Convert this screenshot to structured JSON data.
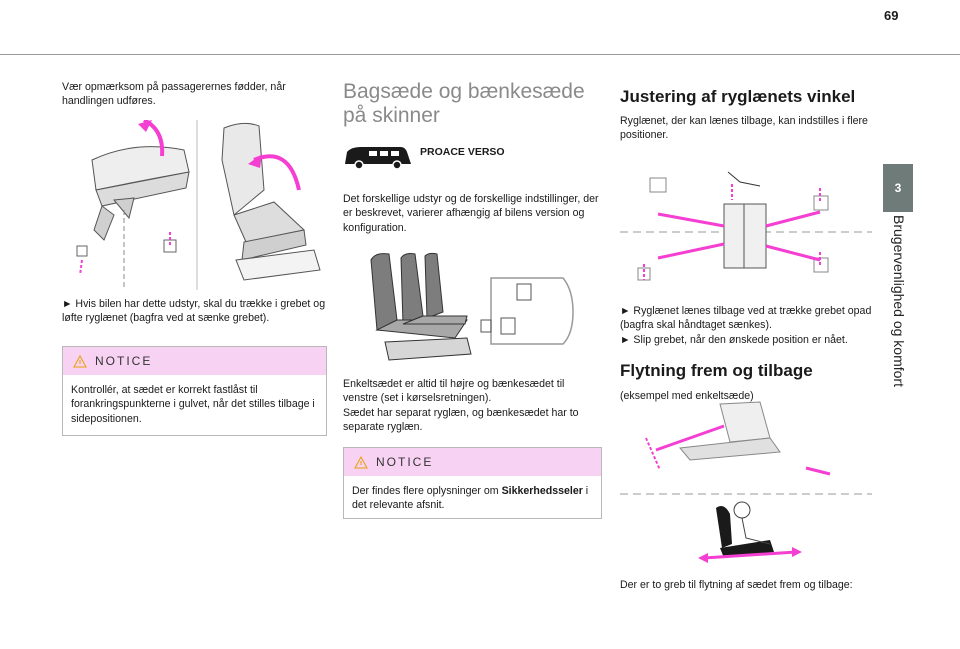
{
  "page": {
    "number": "69"
  },
  "sidebar": {
    "chapter_number": "3",
    "chapter_title": "Brugervenlighed og komfort"
  },
  "col1": {
    "intro": "Vær opmærksom på passagerernes fødder, når handlingen udføres.",
    "instruction": "► Hvis bilen har dette udstyr, skal du trække i grebet og løfte ryglænet (bagfra ved at sænke grebet).",
    "notice": {
      "title": "NOTICE",
      "text": "Kontrollér, at sædet er korrekt fastlåst til forankringspunkterne i gulvet, når det stilles tilbage i sidepositionen."
    }
  },
  "col2": {
    "heading": "Bagsæde og bænkesæde på skinner",
    "model_label": "PROACE VERSO",
    "paragraph1": "Det forskellige udstyr og de forskellige indstillinger, der er beskrevet, varierer afhængig af bilens version og konfiguration.",
    "paragraph2a": "Enkeltsædet er altid til højre og bænkesædet til venstre (set i kørselsretningen).",
    "paragraph2b": "Sædet har separat ryglæn, og bænkesædet har to separate ryglæn.",
    "notice": {
      "title": "NOTICE",
      "text_prefix": "Der findes flere oplysninger om ",
      "text_bold": "Sikkerhedsseler",
      "text_suffix": " i det relevante afsnit."
    }
  },
  "col3": {
    "heading1": "Justering af ryglænets vinkel",
    "paragraph1": "Ryglænet, der kan lænes tilbage, kan indstilles i flere positioner.",
    "bullet1": "► Ryglænet lænes tilbage ved at trække grebet opad (bagfra skal håndtaget sænkes).",
    "bullet2": "► Slip grebet, når den ønskede position er nået.",
    "heading2": "Flytning frem og tilbage",
    "paragraph2": "(eksempel med enkeltsæde)",
    "paragraph3": "Der er to greb til flytning af sædet frem og tilbage:"
  },
  "colors": {
    "accent_magenta": "#f43fd2",
    "notice_bg": "#f7d2f2",
    "tab_bg": "#6e7b78"
  }
}
